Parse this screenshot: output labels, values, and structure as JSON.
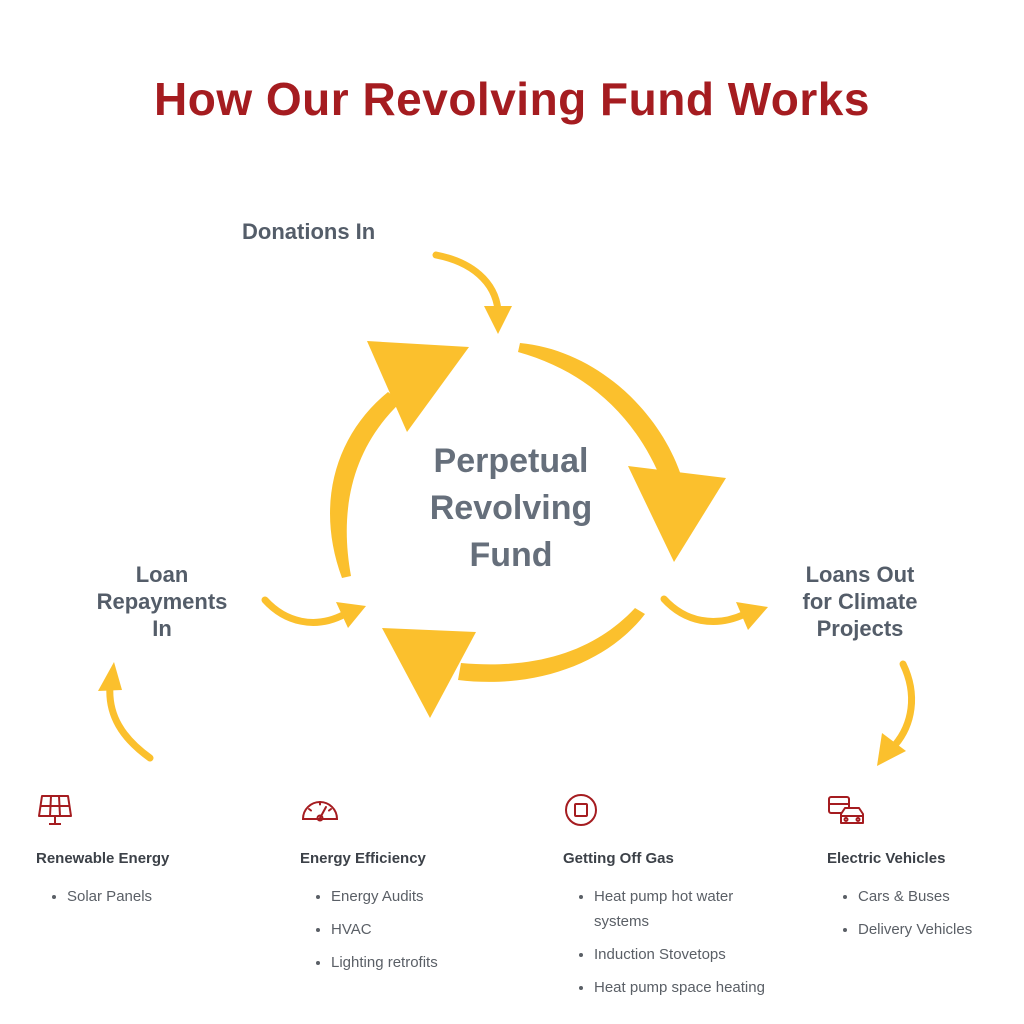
{
  "title": "How Our Revolving Fund Works",
  "colors": {
    "title": "#a51c20",
    "arrow": "#fbc02d",
    "label": "#545d69",
    "center": "#666f7b",
    "icon": "#a51c20"
  },
  "flow": {
    "donations": "Donations In",
    "repayments": [
      "Loan",
      "Repayments",
      "In"
    ],
    "loans_out": [
      "Loans Out",
      "for Climate",
      "Projects"
    ],
    "center": [
      "Perpetual",
      "Revolving",
      "Fund"
    ]
  },
  "categories": [
    {
      "icon": "solar-panel-icon",
      "title": "Renewable Energy",
      "items": [
        "Solar Panels"
      ]
    },
    {
      "icon": "gauge-icon",
      "title": "Energy Efficiency",
      "items": [
        "Energy Audits",
        "HVAC",
        "Lighting retrofits"
      ]
    },
    {
      "icon": "stove-icon",
      "title": "Getting Off Gas",
      "items": [
        "Heat pump hot water systems",
        "Induction Stovetops",
        "Heat pump space heating"
      ]
    },
    {
      "icon": "vehicles-icon",
      "title": "Electric Vehicles",
      "items": [
        "Cars & Buses",
        "Delivery Vehicles"
      ]
    }
  ]
}
